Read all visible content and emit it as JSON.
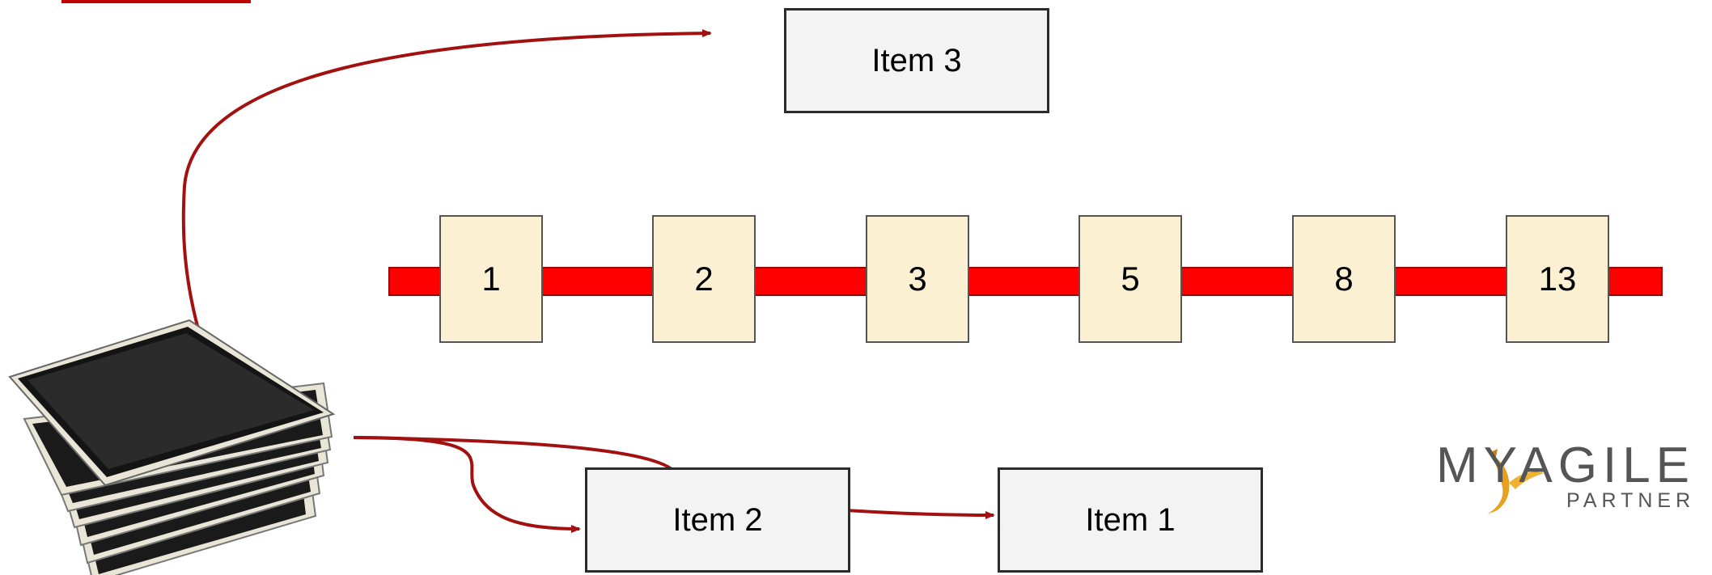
{
  "items": {
    "item3": "Item 3",
    "item2": "Item 2",
    "item1": "Item 1"
  },
  "scale": [
    "1",
    "2",
    "3",
    "5",
    "8",
    "13"
  ],
  "logo": {
    "main": "MYAGILE",
    "sub": "PARTNER"
  },
  "colors": {
    "arrow": "#a31010",
    "scale_bar": "#ff0000",
    "scale_card": "#fbf1d2",
    "item_box": "#f3f3f3",
    "logo_accent": "#e8a020"
  },
  "icons": {
    "card_stack": "card-deck-icon",
    "logo_mark": "swan-logo-icon"
  }
}
